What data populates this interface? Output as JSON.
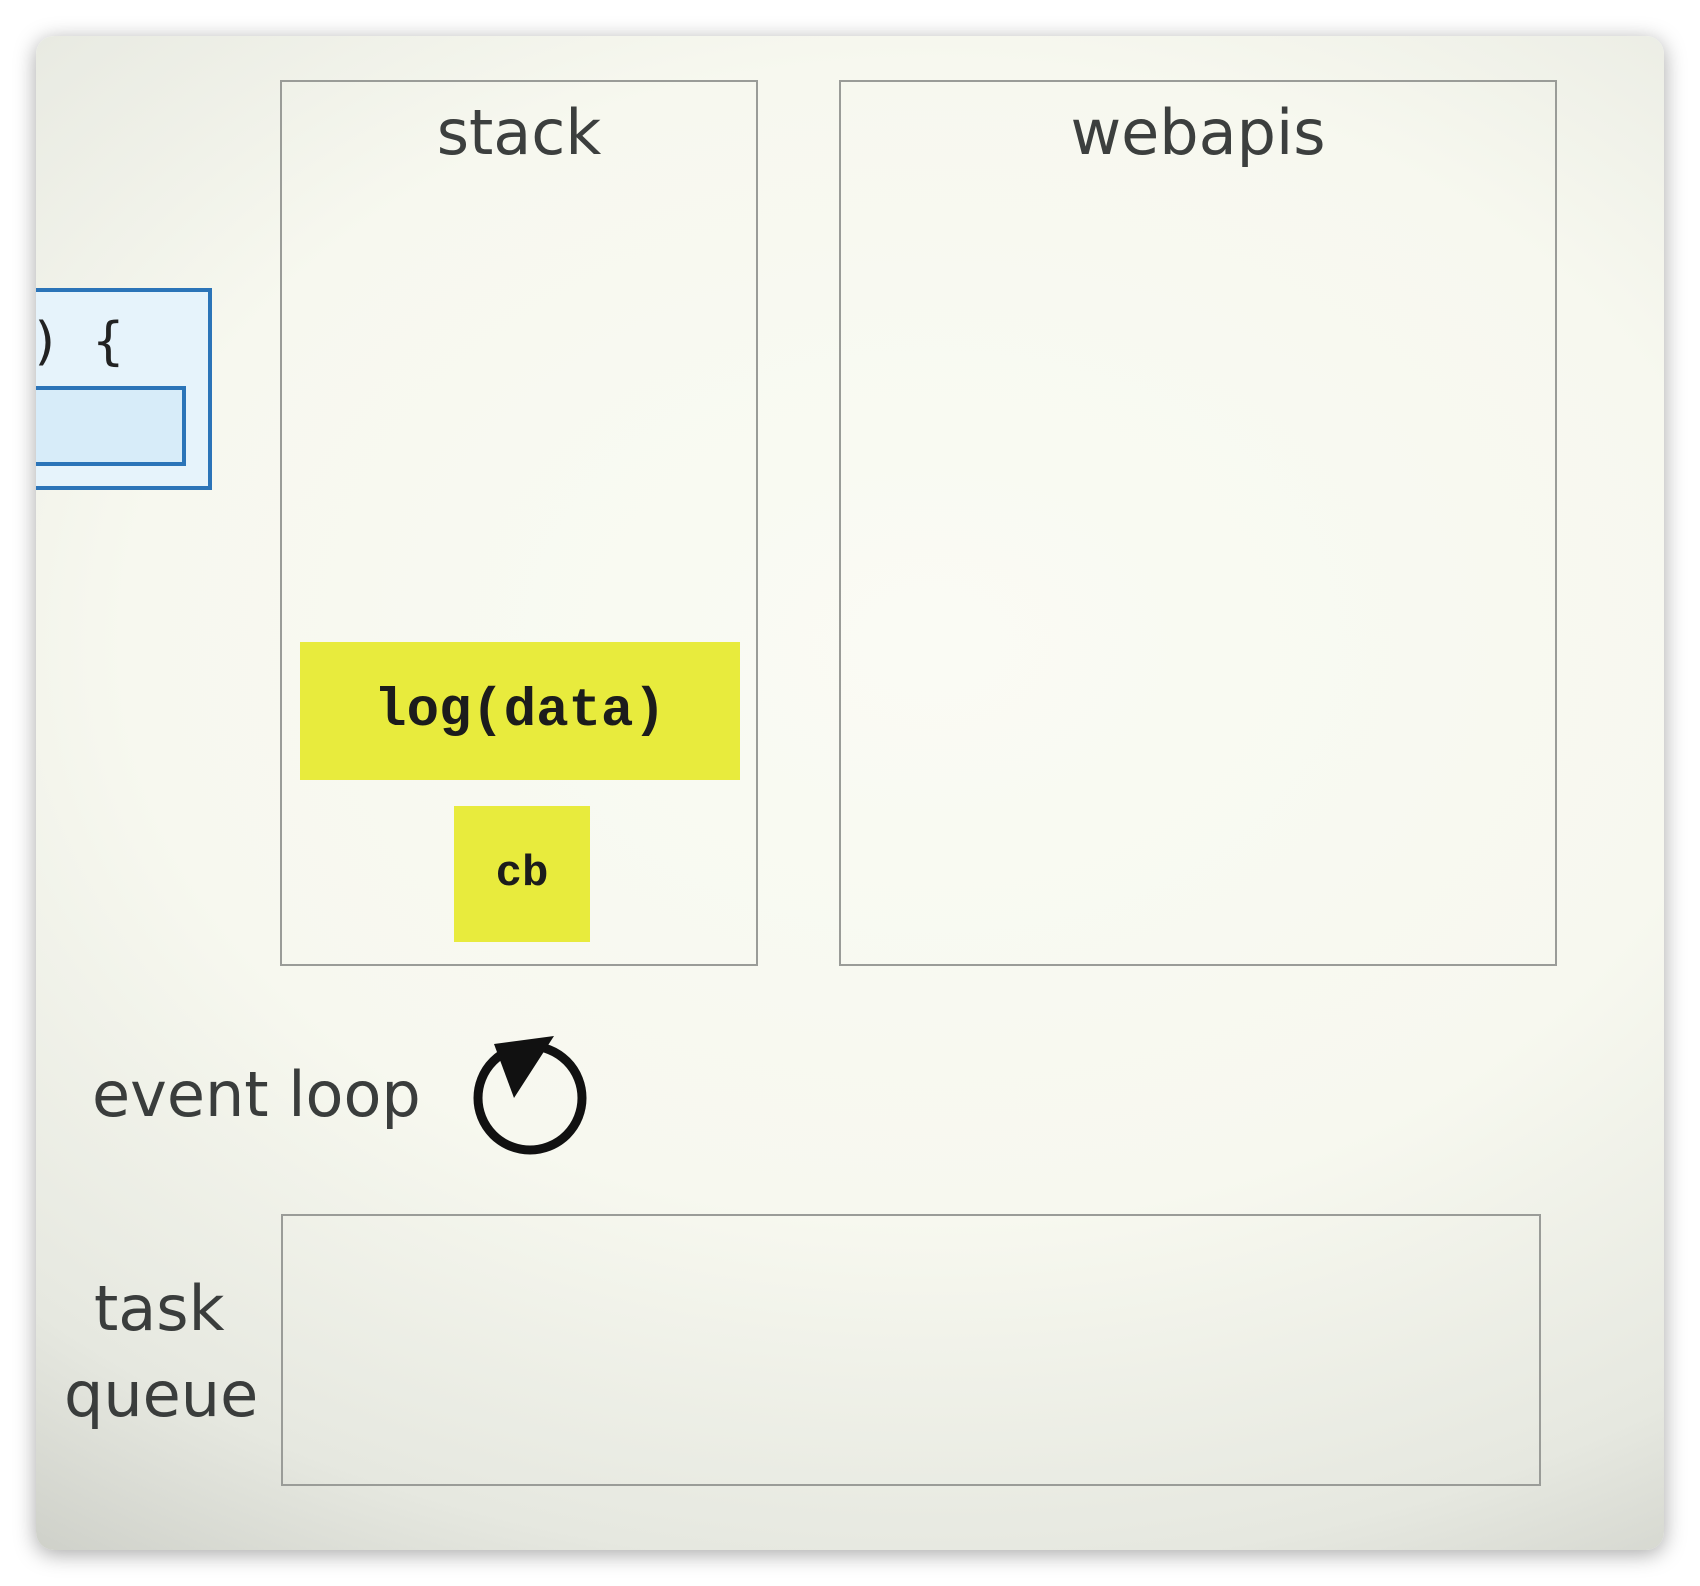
{
  "stack": {
    "title": "stack",
    "frames": [
      "log(data)",
      "cb"
    ]
  },
  "webapis": {
    "title": "webapis"
  },
  "code_snippet": {
    "text": ") {"
  },
  "event_loop": {
    "label": "event loop",
    "icon": "loop-arrow-icon"
  },
  "task_queue": {
    "label_line1": "task",
    "label_line2": "queue"
  },
  "colors": {
    "frame_fill": "#e8eb3d",
    "code_border": "#2b74b8",
    "panel_border": "#9a9c98"
  }
}
